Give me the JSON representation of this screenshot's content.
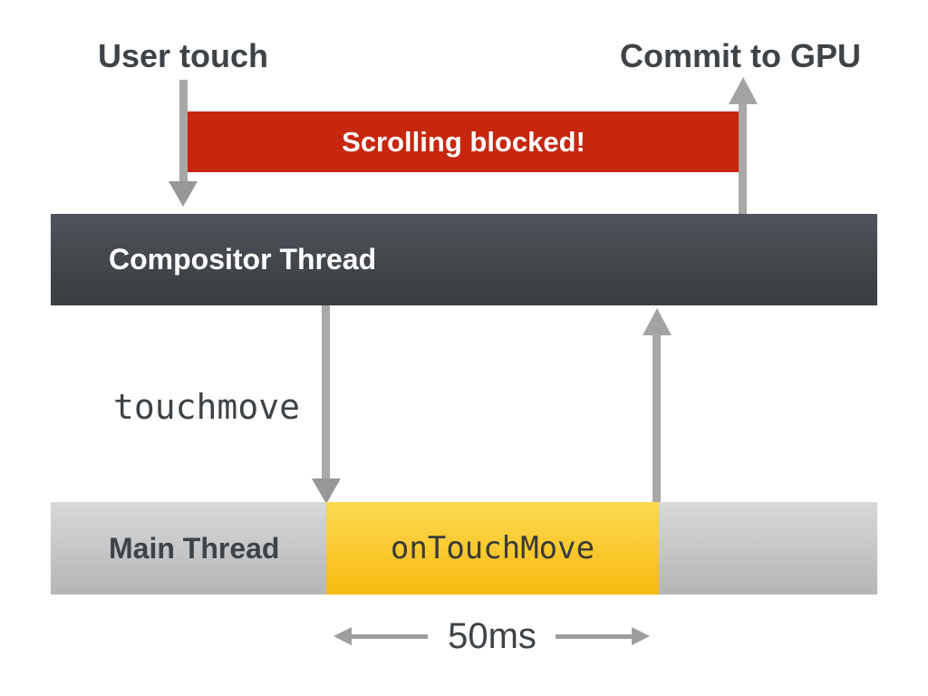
{
  "diagram": {
    "events": {
      "user_touch": "User touch",
      "commit_gpu": "Commit to GPU"
    },
    "banner": {
      "label": "Scrolling blocked!",
      "color": "#c7270e"
    },
    "threads": {
      "compositor": {
        "label": "Compositor Thread"
      },
      "main": {
        "label": "Main Thread",
        "task": {
          "label": "onTouchMove",
          "duration": "50ms"
        }
      }
    },
    "messages": {
      "touchmove": "touchmove"
    },
    "colors": {
      "banner_red": "#c7270e",
      "compositor_gradient_top": "#4e535a",
      "compositor_gradient_bottom": "#393d40",
      "main_gradient_top": "#d6d8d9",
      "main_gradient_bottom": "#b3b5b7",
      "task_gradient_top": "#fcd94f",
      "task_gradient_bottom": "#f6ba10",
      "arrow_gray": "#a8a8a8",
      "text_dark": "#3e4347"
    }
  }
}
